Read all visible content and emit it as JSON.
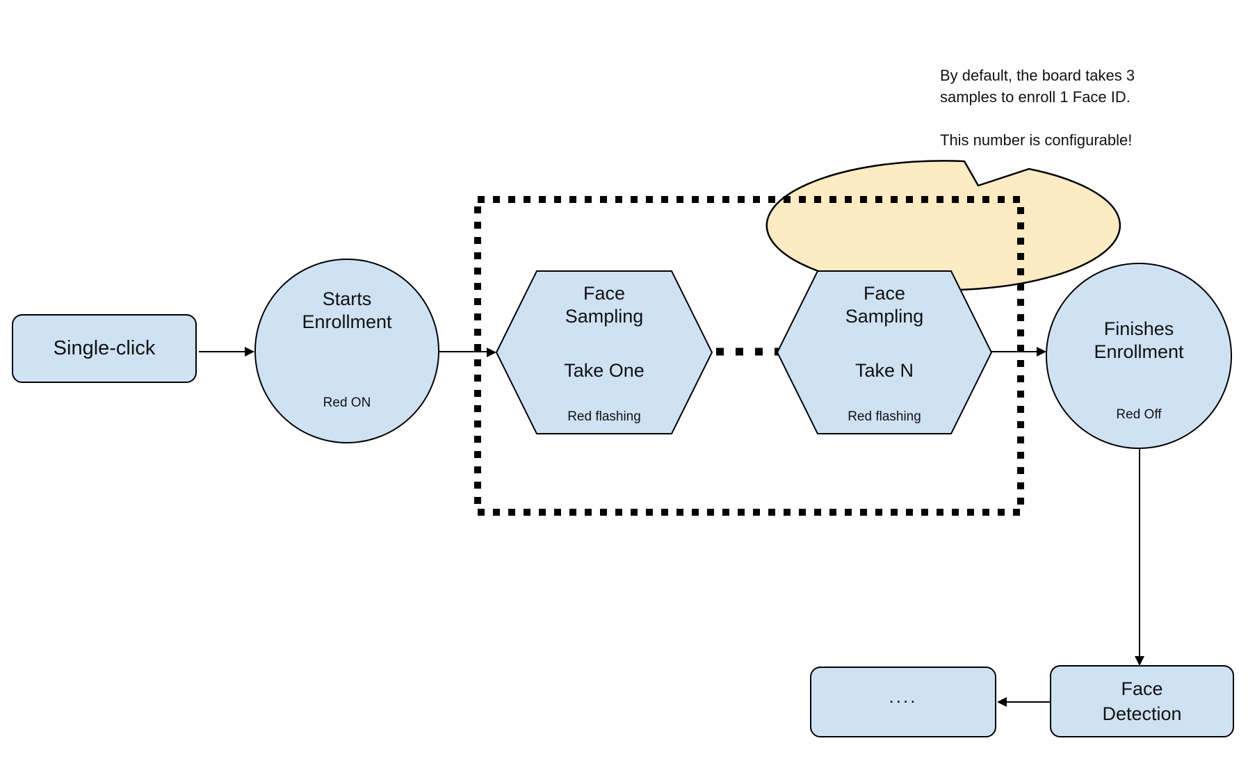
{
  "colors": {
    "node_fill": "#cfe2f3",
    "node_stroke": "#000000",
    "callout_fill": "#fcebc3",
    "line_color": "#000000",
    "background": "#ffffff"
  },
  "nodes": {
    "single_click": {
      "label": "Single-click"
    },
    "starts_enrollment": {
      "title": "Starts\nEnrollment",
      "status": "Red ON"
    },
    "take_one": {
      "title": "Face\nSampling",
      "step": "Take One",
      "status": "Red flashing"
    },
    "take_n": {
      "title": "Face\nSampling",
      "step": "Take N",
      "status": "Red flashing"
    },
    "finishes_enrollment": {
      "title": "Finishes\nEnrollment",
      "status": "Red Off"
    },
    "face_detection": {
      "label": "Face\nDetection"
    },
    "continuation": {
      "label": "...."
    }
  },
  "callout": {
    "text": "By default, the board takes 3\nsamples to enroll 1 Face ID.\n\nThis number is configurable!"
  }
}
